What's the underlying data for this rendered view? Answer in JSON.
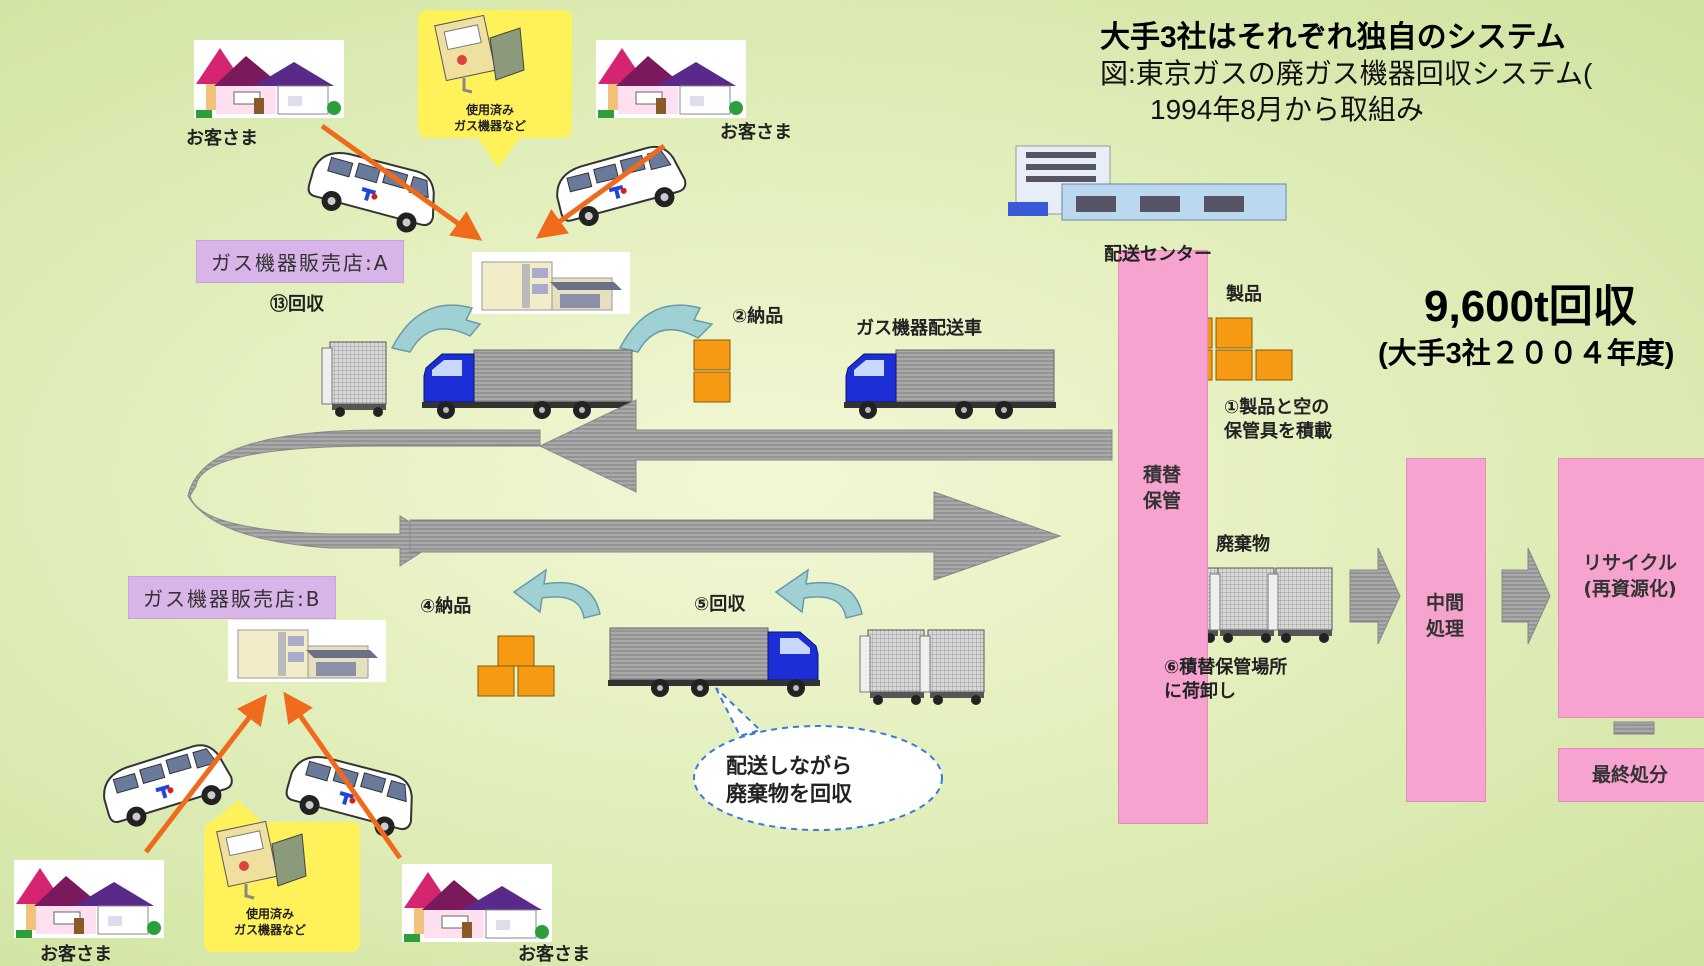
{
  "header": {
    "title": "大手3社はそれぞれ独自のシステム",
    "subtitle_line1": "図:東京ガスの廃ガス機器回収システム(",
    "subtitle_line2": "1994年8月から取組み"
  },
  "stats": {
    "amount": "9,600t回収",
    "note": "(大手3社２００４年度)"
  },
  "labels": {
    "customer": "お客さま",
    "used_equipment_line1": "使用済み",
    "used_equipment_line2": "ガス機器など",
    "store_a": "ガス機器販売店:A",
    "store_b": "ガス機器販売店:B",
    "step3": "⑬回収",
    "step2": "②納品",
    "step4": "④納品",
    "step5": "⑤回収",
    "delivery_truck": "ガス機器配送車",
    "delivery_center": "配送センター",
    "products": "製品",
    "step1_line1": "①製品と空の",
    "step1_line2": "保管具を積載",
    "transfer_storage_line1": "積替",
    "transfer_storage_line2": "保管",
    "waste": "廃棄物",
    "step6_line1": "⑥積替保管場所",
    "step6_line2": "に荷卸し",
    "intermediate_line1": "中間",
    "intermediate_line2": "処理",
    "recycle_line1": "リサイクル",
    "recycle_line2": "(再資源化)",
    "final_disposal": "最終処分",
    "collect_bubble_line1": "配送しながら",
    "collect_bubble_line2": "廃棄物を回収"
  },
  "colors": {
    "orange_arrow": "#f06a1c",
    "gray_arrow": "#9a9a9a",
    "pink_bar": "#f7a3d0",
    "store_label_bg": "#d8b4e8",
    "truck_cab": "#1c2fd6",
    "box_orange": "#f59a12",
    "bubble_yellow": "#fff15a"
  }
}
